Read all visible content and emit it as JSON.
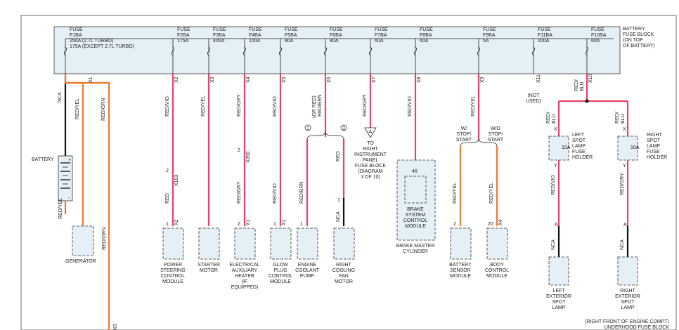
{
  "fuse_block": {
    "label": [
      "BATTERY",
      "FUSE BLOCK",
      "(ON TOP",
      "OF BATTERY)"
    ],
    "fuses": [
      {
        "name": "F1BA",
        "lines": [
          "FUSE",
          "F1BA",
          "250A  (2.7L TURBO)",
          "175A  (EXCEPT 2.7L TURBO)"
        ],
        "connector": "X1"
      },
      {
        "name": "F2BA",
        "lines": [
          "FUSE",
          "F2BA",
          "175A"
        ],
        "connector": "X2"
      },
      {
        "name": "F3BA",
        "lines": [
          "FUSE",
          "F3BA",
          "400A"
        ],
        "connector": "X3"
      },
      {
        "name": "F4BA",
        "lines": [
          "FUSE",
          "F4BA",
          "100A"
        ],
        "connector": "X4"
      },
      {
        "name": "F5BA",
        "lines": [
          "FUSE",
          "F5BA",
          "80A"
        ],
        "connector": "X5"
      },
      {
        "name": "F6BA",
        "lines": [
          "FUSE",
          "F6BA",
          "80A"
        ],
        "connector": "X6"
      },
      {
        "name": "F7BA",
        "lines": [
          "FUSE",
          "F7BA",
          "60A"
        ],
        "connector": "X7"
      },
      {
        "name": "F8BA",
        "lines": [
          "FUSE",
          "F8BA",
          "60A"
        ],
        "connector": "X8"
      },
      {
        "name": "F9BA",
        "lines": [
          "FUSE",
          "F9BA",
          "5A"
        ],
        "connector": "X9"
      },
      {
        "name": "F11BA",
        "lines": [
          "FUSE",
          "F11BA",
          "200A"
        ],
        "connector": "X11"
      },
      {
        "name": "F10BA",
        "lines": [
          "FUSE",
          "F10BA",
          "60A"
        ],
        "connector": "X10"
      }
    ]
  },
  "wires": {
    "nca": "NCA",
    "red_yel": "RED/YEL",
    "red_grn": "RED/GRN",
    "red_vio": "RED/VIO",
    "red_gry": "RED/GRY",
    "or_red": "(OR RED)",
    "red_brn": "RED/BRN",
    "red": "RED",
    "red_blu": "RED/",
    "blu": "BLU",
    "x": "X",
    "y": "Y",
    "a": "A"
  },
  "pins": {
    "p1": "1",
    "p2": "2",
    "p3": "3",
    "p46": "46",
    "p20": "20",
    "x1": "X1",
    "x2": "X2",
    "x4": "X4",
    "x5": "X5",
    "x183": "X183",
    "x260": "X260"
  },
  "battery": {
    "label": "BATTERY",
    "plus": "+",
    "minus": "-"
  },
  "not_used": [
    "(NOT",
    "USED)"
  ],
  "components": {
    "generator": [
      "GENERATOR"
    ],
    "pscm": [
      "POWER",
      "STEERING",
      "CONTROL",
      "MODULE"
    ],
    "starter": [
      "STARTER",
      "MOTOR"
    ],
    "heater": [
      "ELECTRICAL",
      "AUXILIARY",
      "HEATER",
      "(IF",
      "EQUIPPED)"
    ],
    "glow": [
      "GLOW",
      "PLUG",
      "CONTROL",
      "MODULE"
    ],
    "pump": [
      "ENGINE",
      "COOLANT",
      "PUMP"
    ],
    "fan": [
      "RIGHT",
      "COOLING",
      "FAN",
      "MOTOR"
    ],
    "bscm": [
      "BRAKE",
      "SYSTEM",
      "CONTROL",
      "MODULE"
    ],
    "brake_master": "BRAKE MASTER",
    "cylinder": "CYLINDER",
    "bsm": [
      "BATTERY",
      "SENSOR",
      "MODULE"
    ],
    "bcm": [
      "BODY",
      "CONTROL",
      "MODULE"
    ],
    "left_holder": [
      "LEFT",
      "SPOT",
      "LAMP",
      "FUSE",
      "HOLDER"
    ],
    "right_holder": [
      "RIGHT",
      "SPOT",
      "LAMP",
      "FUSE",
      "HOLDER"
    ],
    "left_lamp": [
      "LEFT",
      "EXTERIOR",
      "SPOT",
      "LAMP"
    ],
    "right_lamp": [
      "RIGHT",
      "EXTERIOR",
      "SPOT",
      "LAMP"
    ]
  },
  "holder_fuse": "10A",
  "ipfb_ref": [
    "TO",
    "RIGHT",
    "INSTRUMENT",
    "PANEL",
    "FUSE BLOCK",
    "(DIAGRAM",
    "3 OF 10)"
  ],
  "stop_start": {
    "with": [
      "W/",
      "STOP/",
      "START"
    ],
    "without": [
      "W/O",
      "STOP/",
      "START"
    ]
  },
  "footer": [
    "(RIGHT FRONT OF ENGINE COMPT)",
    "UNDERHOOD FUSE BLOCK"
  ],
  "bottom_pin": "X5"
}
